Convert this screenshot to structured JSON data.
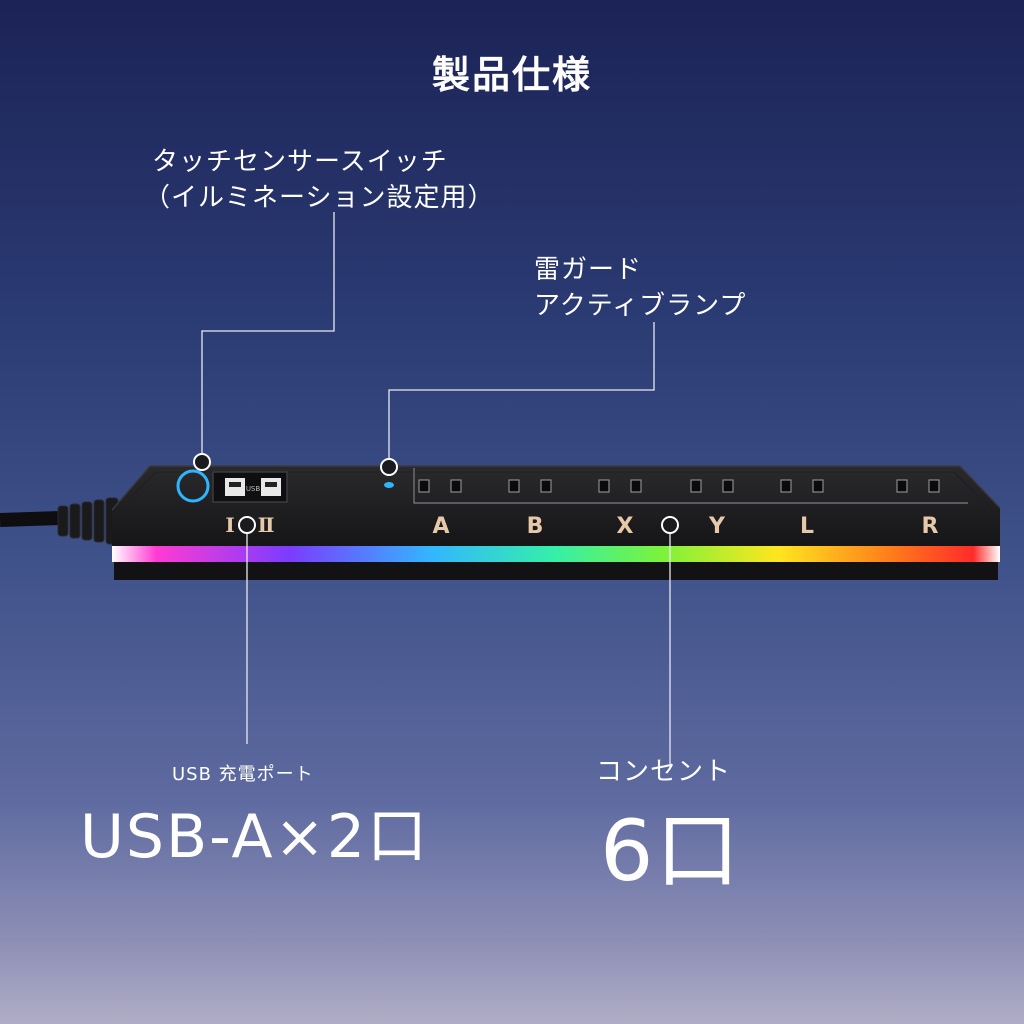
{
  "title": "製品仕様",
  "callouts": {
    "touch_switch_line1": "タッチセンサースイッチ",
    "touch_switch_line2": "（イルミネーション設定用）",
    "lamp_line1": "雷ガード",
    "lamp_line2": "アクティブランプ",
    "usb_small": "USB 充電ポート",
    "usb_big": "USB-A×2口",
    "outlet_small": "コンセント",
    "outlet_big": "6口"
  },
  "device": {
    "usb_port_labels": [
      "Ⅰ",
      "Ⅱ"
    ],
    "usb_mini_text": "USB",
    "outlet_labels": [
      "A",
      "B",
      "X",
      "Y",
      "L",
      "R"
    ],
    "outlet_label_color": "#e6c9a8",
    "led_color": "#2fb4ff",
    "body_color": "#1b1b1d"
  }
}
